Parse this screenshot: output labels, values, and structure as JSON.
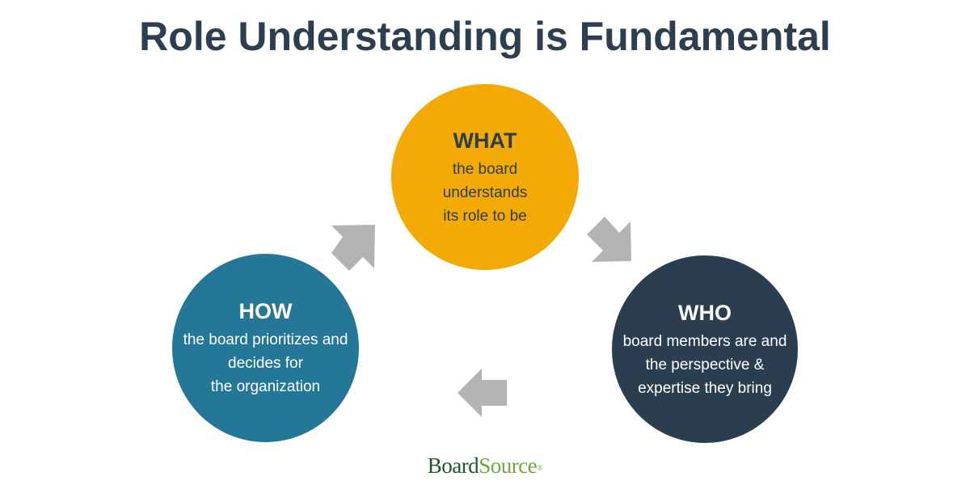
{
  "title": "Role Understanding is Fundamental",
  "colors": {
    "title": "#2c3e50",
    "what_fill": "#f4aa05",
    "how_fill": "#257798",
    "who_fill": "#2b3e50",
    "arrow": "#b3b3b3",
    "logo_board": "#1d5631",
    "logo_source": "#6fa540"
  },
  "nodes": {
    "what": {
      "heading": "WHAT",
      "lines": [
        "the board",
        "understands",
        "its role to be"
      ]
    },
    "how": {
      "heading": "HOW",
      "lines": [
        "the board prioritizes and",
        "decides for",
        "the organization"
      ]
    },
    "who": {
      "heading": "WHO",
      "lines": [
        "board members are and",
        "the perspective &",
        "expertise they bring"
      ]
    }
  },
  "arrows": [
    {
      "from": "how",
      "to": "what",
      "icon": "arrow-up-right-icon"
    },
    {
      "from": "what",
      "to": "who",
      "icon": "arrow-down-right-icon"
    },
    {
      "from": "who",
      "to": "how",
      "icon": "arrow-left-icon"
    }
  ],
  "logo": {
    "part1": "Board",
    "part2": "Source",
    "mark": "®"
  }
}
